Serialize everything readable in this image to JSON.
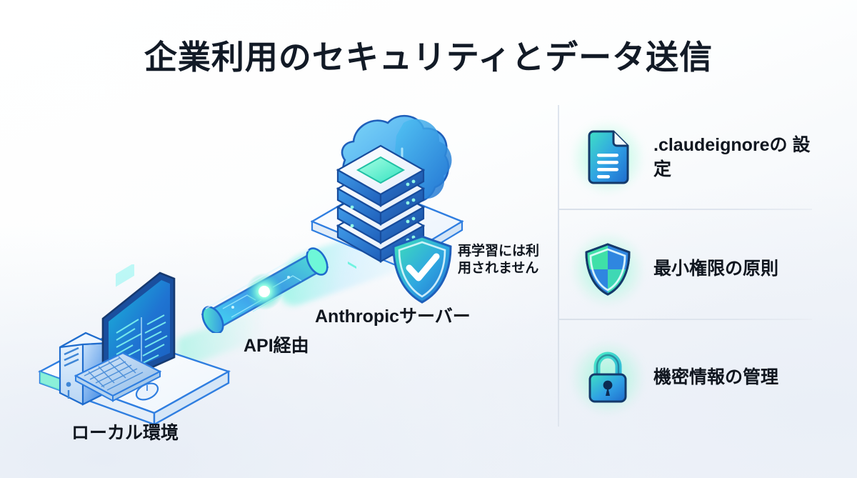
{
  "page": {
    "title": "企業利用のセキュリティとデータ送信",
    "background_top": "#ffffff",
    "background_bottom": "#eef2f8",
    "text_color": "#10161f",
    "accent_glow": "#5cf6c3",
    "accent_blue": "#2f7ee0"
  },
  "diagram": {
    "nodes": [
      {
        "id": "local",
        "label": "ローカル環境",
        "icon": "desktop-computer-icon"
      },
      {
        "id": "pipe",
        "label": "API経由",
        "icon": "data-tunnel-icon"
      },
      {
        "id": "server",
        "label": "Anthropicサーバー",
        "icon": "cloud-server-stack-icon"
      },
      {
        "id": "shield",
        "label": "再学習には利\n用されません",
        "icon": "shield-check-icon"
      }
    ]
  },
  "panel": {
    "items": [
      {
        "label": ".claudeignoreの\n設定",
        "icon": "document-icon"
      },
      {
        "label": "最小権限の原則",
        "icon": "shield-quarters-icon"
      },
      {
        "label": "機密情報の管理",
        "icon": "padlock-icon"
      }
    ]
  }
}
